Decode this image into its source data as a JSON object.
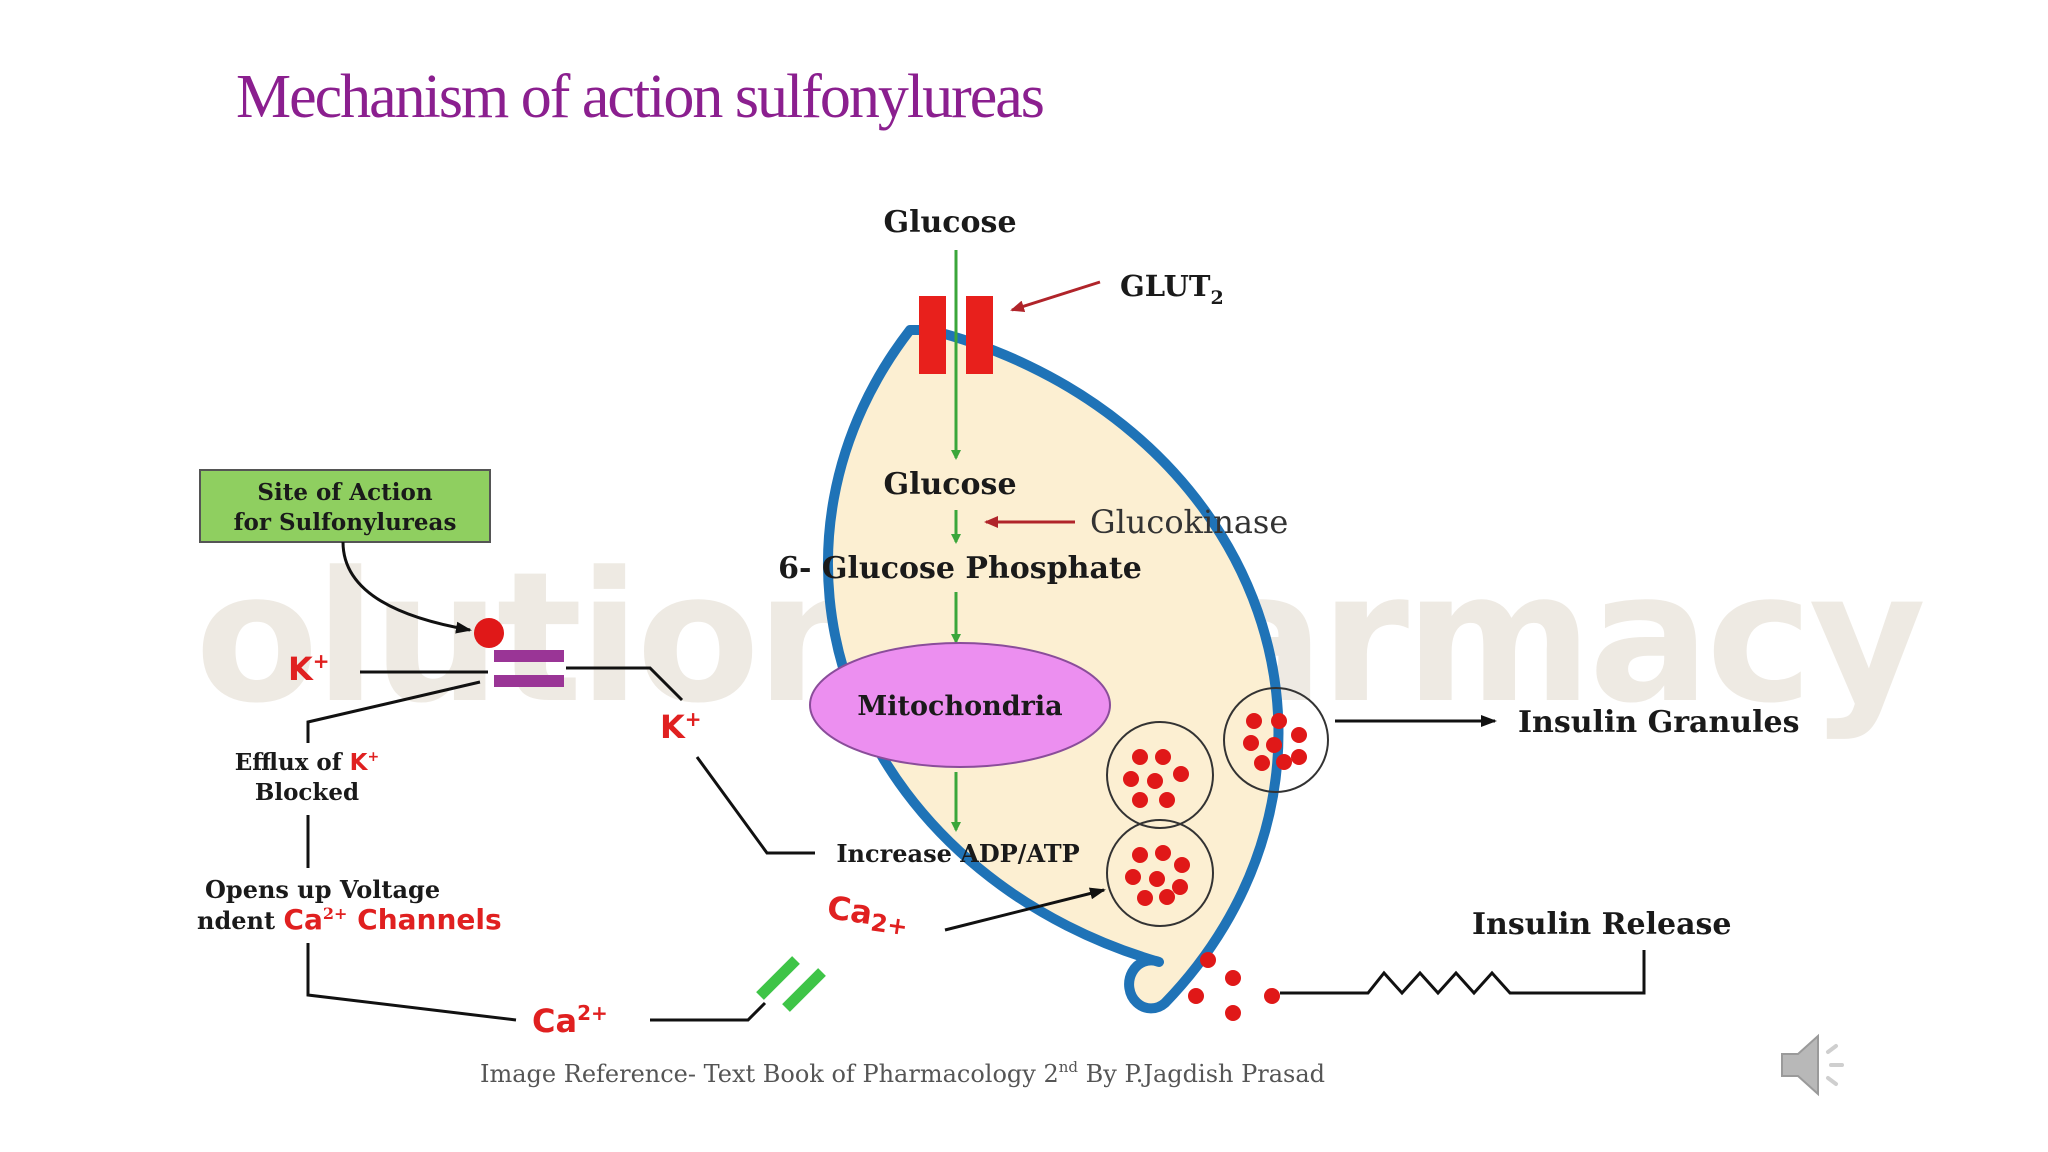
{
  "slide": {
    "title": "Mechanism of action sulfonylureas"
  },
  "diagram": {
    "watermark": "olution-Pharmacy",
    "glucose_outside": "Glucose",
    "glut2": {
      "main": "GLUT",
      "sub": "2"
    },
    "glucose_inside": "Glucose",
    "glucokinase": "Glucokinase",
    "glucose6p": "6- Glucose Phosphate",
    "mitochondria": "Mitochondria",
    "adp_atp": "Increase ADP/ATP",
    "ca_inside": {
      "main": "Ca",
      "sup": "2+"
    },
    "insulin_granules": "Insulin Granules",
    "insulin_release": "Insulin Release",
    "site_of_action": {
      "line1": "Site of Action",
      "line2": "for Sulfonylureas"
    },
    "k_outside": {
      "main": "K",
      "sup": "+"
    },
    "k_inside": {
      "main": "K",
      "sup": "+"
    },
    "efflux": {
      "prefix": "Efflux of ",
      "ion": "K",
      "sup": "+",
      "line2": "Blocked"
    },
    "opens": {
      "line1": "Opens up Voltage",
      "prefix": "ndent ",
      "ion": "Ca",
      "sup": "2+",
      "suffix": " Channels"
    },
    "ca_channel": {
      "main": "Ca",
      "sup": "2+"
    },
    "reference": {
      "prefix": "Image Reference- Text Book of Pharmacology 2",
      "sup": "nd",
      "suffix": " By P.Jagdish Prasad"
    },
    "colors": {
      "membrane": "#1f73b7",
      "cytoplasm": "#fcefd2",
      "glut_channel": "#e8201c",
      "arrow_green": "#3aa63a",
      "arrow_red": "#b0242a",
      "mitochondria": "#ec8ff0",
      "site_box": "#8fcf60",
      "k_channel": "#9a3596",
      "ca_channel": "#3ec447",
      "granule_dot": "#e01818"
    }
  }
}
